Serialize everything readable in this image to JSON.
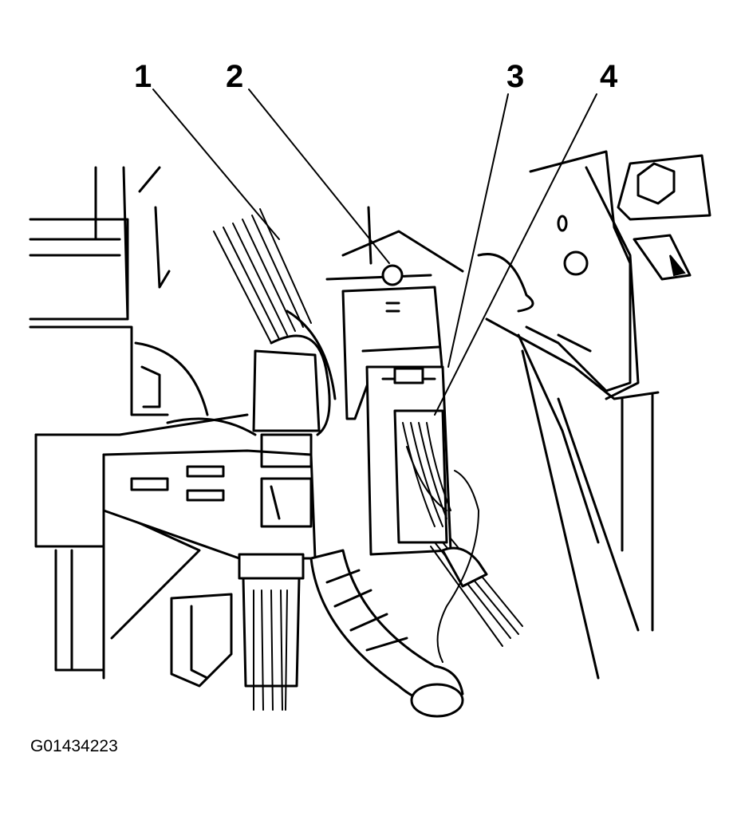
{
  "callouts": [
    {
      "id": "c1",
      "label": "1"
    },
    {
      "id": "c2",
      "label": "2"
    },
    {
      "id": "c3",
      "label": "3"
    },
    {
      "id": "c4",
      "label": "4"
    }
  ],
  "figure_id": "G01434223",
  "colors": {
    "ink": "#000000",
    "paper": "#ffffff"
  }
}
